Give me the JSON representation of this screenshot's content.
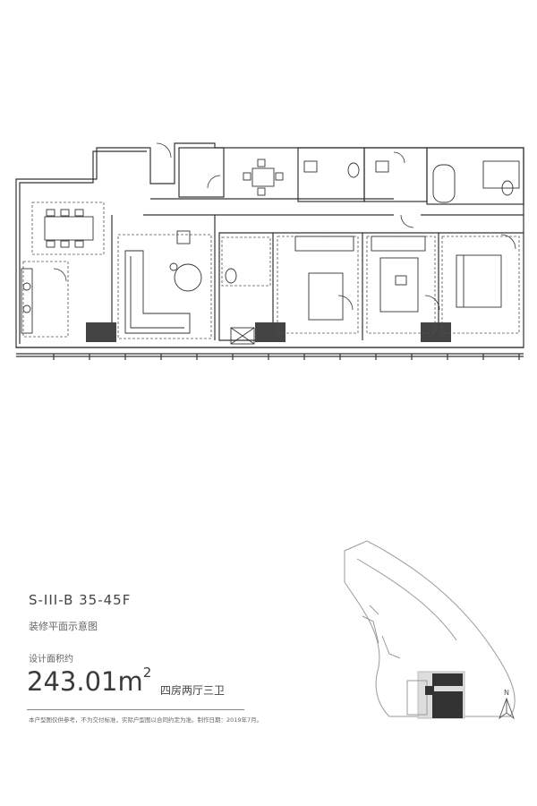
{
  "unit": {
    "code": "S-III-B  35-45F",
    "subtitle": "装修平面示意图",
    "area_label": "设计面积约",
    "area_value": "243.01m",
    "area_unit_sup": "2",
    "layout": "四房两厅三卫",
    "disclaimer": "本户型图仅供参考，不为交付标准，实际户型图以合同约定为准。制作日期：2019年7月。"
  },
  "site_plan": {
    "north_label": "N"
  },
  "colors": {
    "line": "#333333",
    "dash": "#555555",
    "window_block": "#444444",
    "site_line": "#9a9a9a",
    "site_highlight": "#333333",
    "site_block": "#dddddd"
  }
}
